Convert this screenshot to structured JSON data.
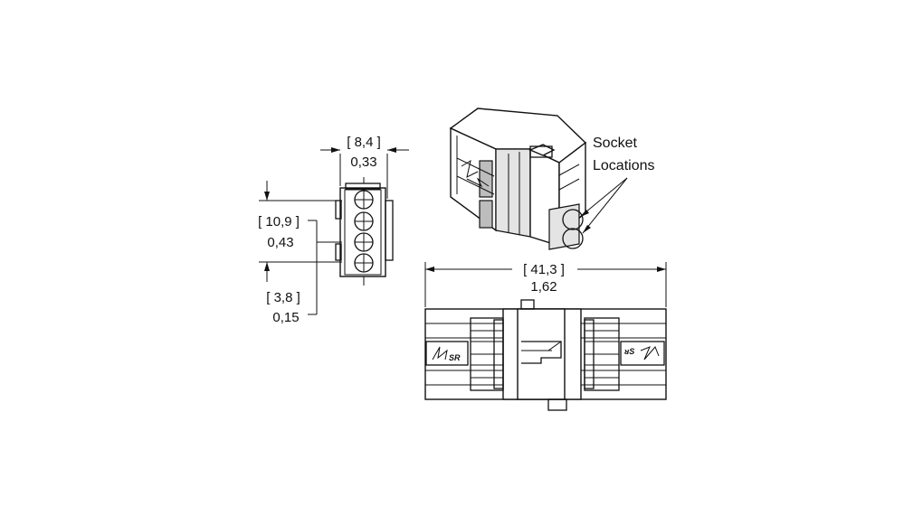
{
  "dimensions": {
    "width_top": "[ 8,4 ]",
    "width_bottom": "0,33",
    "height_top": "[ 10,9 ]",
    "height_bottom": "0,43",
    "pitch_top": "[ 3,8 ]",
    "pitch_bottom": "0,15",
    "length_top": "[ 41,3 ]",
    "length_bottom": "1,62"
  },
  "callout": {
    "line1": "Socket",
    "line2": "Locations"
  }
}
